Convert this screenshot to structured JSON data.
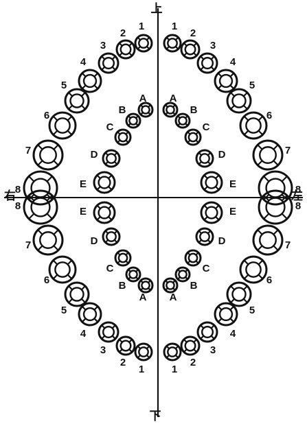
{
  "axis_labels": {
    "upper": "上",
    "lower": "下",
    "right_side": "右",
    "left_side": "左"
  },
  "permanent_tooth_numbers": [
    "1",
    "2",
    "3",
    "4",
    "5",
    "6",
    "7",
    "8"
  ],
  "deciduous_tooth_letters": [
    "A",
    "B",
    "C",
    "D",
    "E"
  ]
}
